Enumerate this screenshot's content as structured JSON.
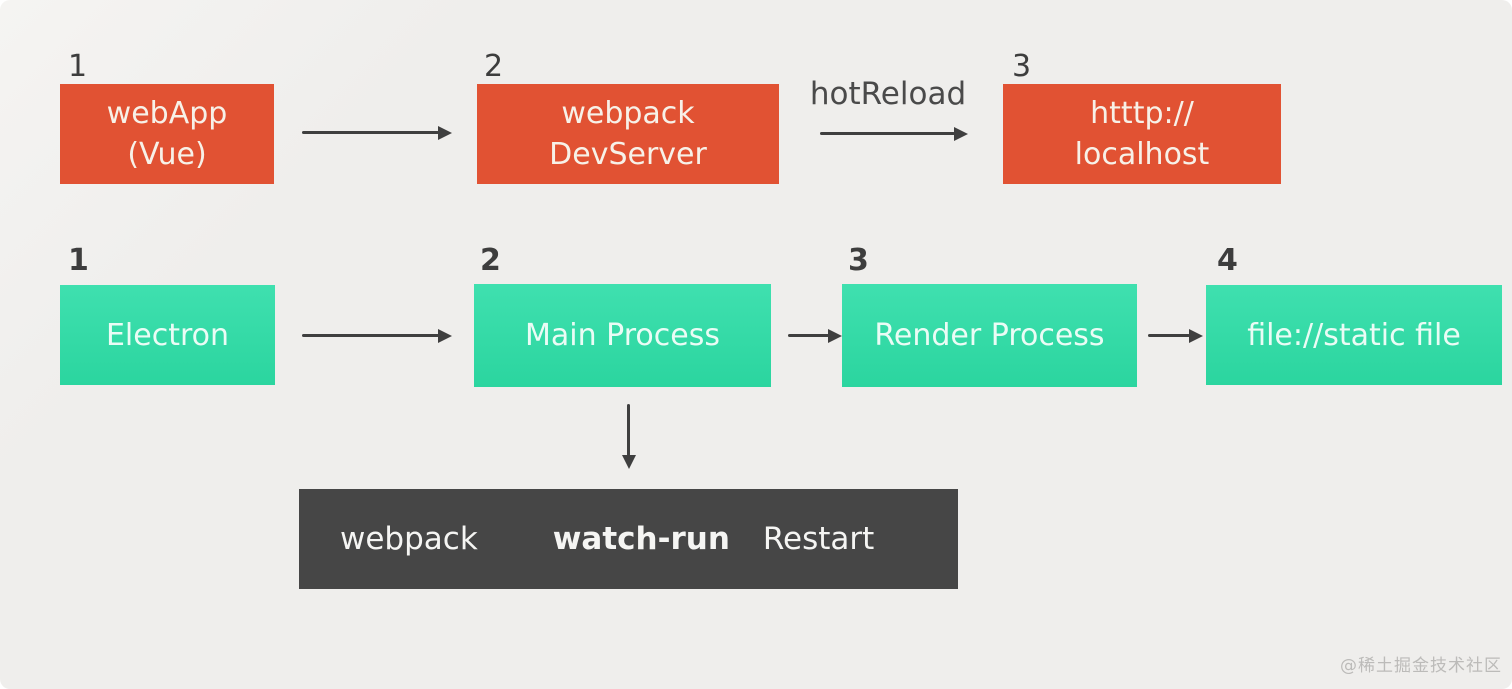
{
  "colors": {
    "bg": "#efeeec",
    "orange": "#e15233",
    "teal-top": "#3fe0af",
    "teal-bottom": "#2bd59f",
    "dark": "#464646",
    "arrow": "#3f3f3f",
    "number": "#3d3d3d"
  },
  "row1": {
    "arrow_label": "hotReload",
    "nodes": [
      {
        "num": "1",
        "lines": [
          "webApp",
          "(Vue)"
        ]
      },
      {
        "num": "2",
        "lines": [
          "webpack",
          "DevServer"
        ]
      },
      {
        "num": "3",
        "lines": [
          "htttp://",
          "localhost"
        ]
      }
    ]
  },
  "row2": {
    "nodes": [
      {
        "num": "1",
        "label": "Electron"
      },
      {
        "num": "2",
        "label": "Main Process"
      },
      {
        "num": "3",
        "label": "Render Process"
      },
      {
        "num": "4",
        "label": "file://static file"
      }
    ]
  },
  "bottom_bar": {
    "items": [
      "webpack",
      "watch-run",
      "Restart"
    ]
  },
  "watermark": "@稀土掘金技术社区"
}
